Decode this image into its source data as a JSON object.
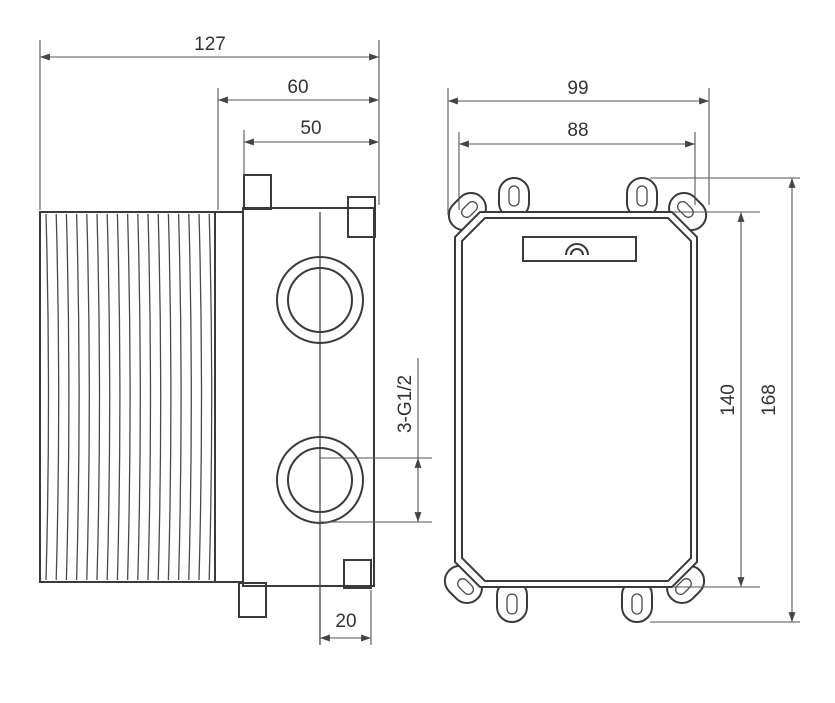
{
  "dimensions": {
    "side_total_width": "127",
    "side_body_width": "60",
    "side_inner_width": "50",
    "side_port_offset": "20",
    "port_thread": "3-G1/2",
    "front_outer_width": "99",
    "front_inner_width": "88",
    "front_inner_height": "140",
    "front_outer_height": "168"
  },
  "colors": {
    "line": "#3a3a3a",
    "background": "#ffffff"
  }
}
